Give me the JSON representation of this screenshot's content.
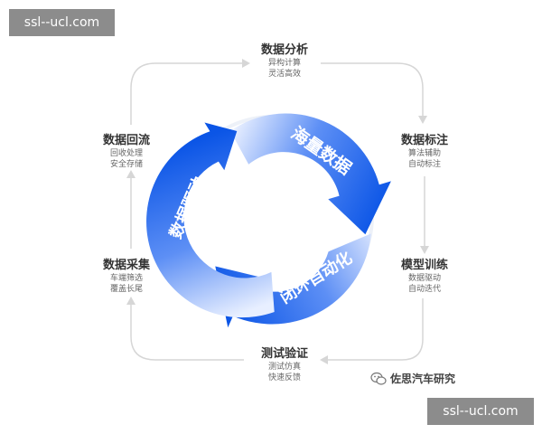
{
  "watermark": {
    "top": "ssl--ucl.com",
    "bottom": "ssl--ucl.com"
  },
  "ring": {
    "top_right": "海量数据",
    "left": "数据驱动",
    "bottom_right": "闭环自动化"
  },
  "nodes": {
    "analysis": {
      "title": "数据分析",
      "lines": [
        "异构计算",
        "灵活高效"
      ]
    },
    "label": {
      "title": "数据标注",
      "lines": [
        "算法辅助",
        "自动标注"
      ]
    },
    "train": {
      "title": "模型训练",
      "lines": [
        "数据驱动",
        "自动迭代"
      ]
    },
    "verify": {
      "title": "测试验证",
      "lines": [
        "测试仿真",
        "快速反馈"
      ]
    },
    "collect": {
      "title": "数据采集",
      "lines": [
        "车端筛选",
        "覆盖长尾"
      ]
    },
    "return": {
      "title": "数据回流",
      "lines": [
        "回收处理",
        "安全存储"
      ]
    }
  },
  "brand": {
    "name": "佐思汽车研究"
  },
  "colors": {
    "ring_dark": "#0b55e6",
    "ring_light": "#eaf0ff",
    "connector": "#d6d6d6"
  }
}
